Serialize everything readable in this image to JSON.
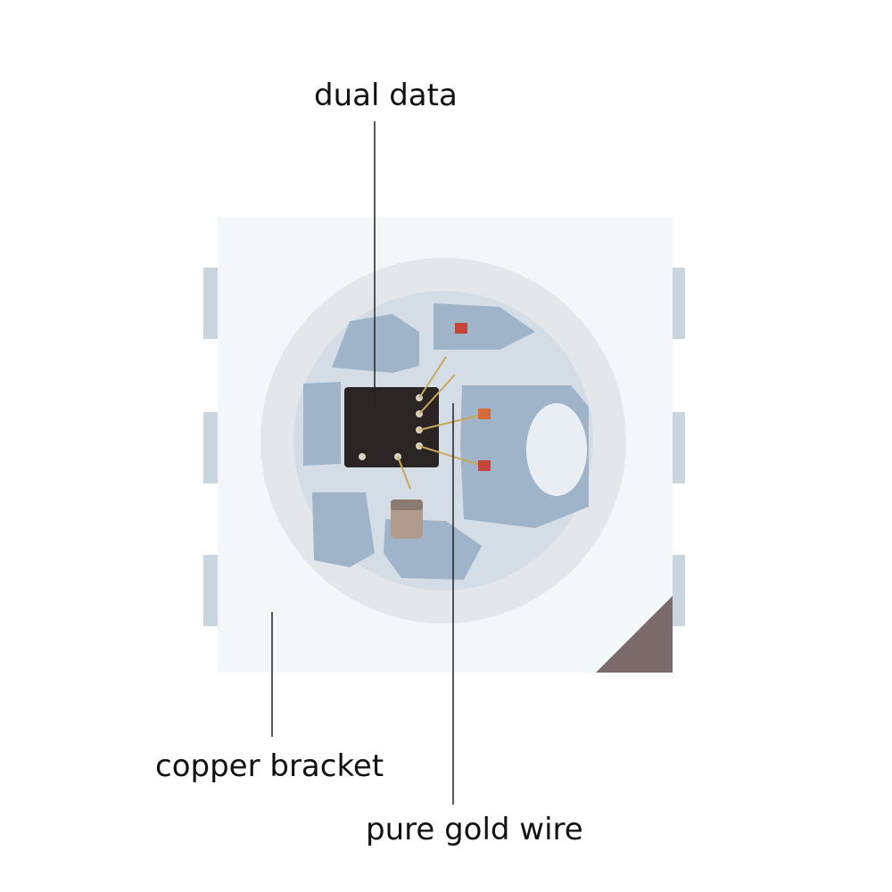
{
  "labels": {
    "dual_data": "dual data",
    "copper_bracket": "copper bracket",
    "pure_gold_wire": "pure gold wire"
  },
  "colors": {
    "package_body": "#f4f7f9",
    "side_pins": "#c9d5df",
    "lens_ring": "#e3e7eb",
    "lens_inner": "#d4dde6",
    "copper_pads": "#9fb3c9",
    "chip": "#2a2424",
    "led_red": "#c4463a",
    "leader_line": "#222222"
  }
}
